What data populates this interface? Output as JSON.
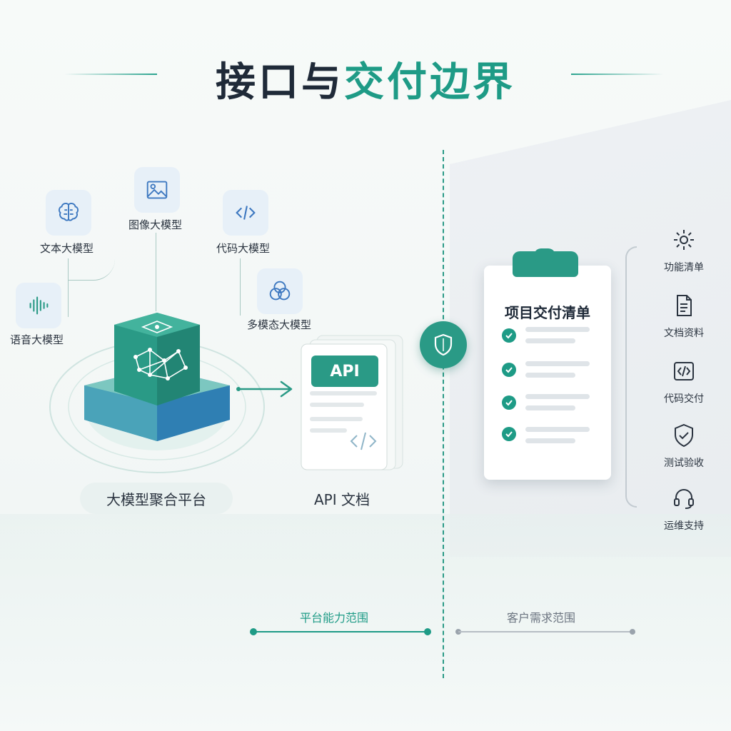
{
  "title": {
    "part1": "接口与",
    "part2": "交付边界"
  },
  "platform": {
    "models": [
      {
        "icon": "brain-icon",
        "label": "文本大模型"
      },
      {
        "icon": "image-icon",
        "label": "图像大模型"
      },
      {
        "icon": "code-icon",
        "label": "代码大模型"
      },
      {
        "icon": "venn-icon",
        "label": "多模态大模型"
      },
      {
        "icon": "soundwave-icon",
        "label": "语音大模型"
      }
    ],
    "hub_label": "大模型聚合平台"
  },
  "api_doc": {
    "badge": "API",
    "label": "API 文档"
  },
  "checklist": {
    "title": "项目交付清单",
    "items": 4
  },
  "deliverables": [
    {
      "icon": "gear-icon",
      "label": "功能清单"
    },
    {
      "icon": "document-icon",
      "label": "文档资料"
    },
    {
      "icon": "code-icon",
      "label": "代码交付"
    },
    {
      "icon": "shield-check-icon",
      "label": "测试验收"
    },
    {
      "icon": "headset-icon",
      "label": "运维支持"
    }
  ],
  "scopes": {
    "platform": "平台能力范围",
    "customer": "客户需求范围"
  },
  "colors": {
    "accent": "#1e9b86",
    "dark": "#1f2a38",
    "tile": "#e7f0f8",
    "muted": "#c3cbd1"
  }
}
